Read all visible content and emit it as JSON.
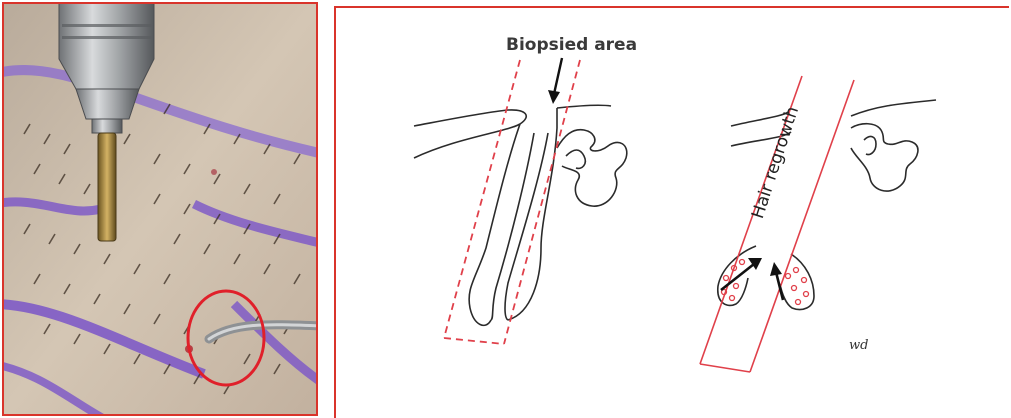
{
  "photo": {
    "description_icon": "punch-biopsy-photo"
  },
  "diagram": {
    "biopsied_label": "Biopsied area",
    "regrowth_label": "Hair regrowth",
    "signature": "wd"
  },
  "colors": {
    "border": "#d9342b",
    "marker_purple": "#7a55c8",
    "outline": "#2b2b2b",
    "dash_red": "#e0404a"
  }
}
